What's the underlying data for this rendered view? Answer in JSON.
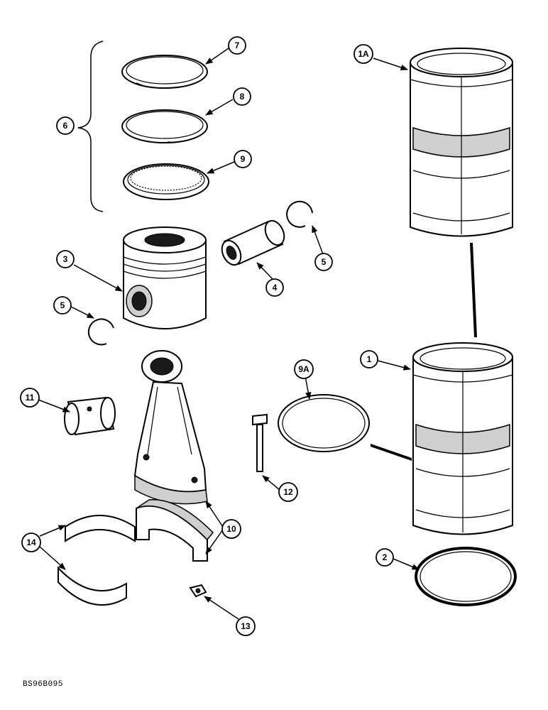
{
  "callouts": [
    "7",
    "8",
    "9",
    "6",
    "1A",
    "3",
    "4",
    "5",
    "5",
    "1",
    "9A",
    "11",
    "12",
    "10",
    "14",
    "2",
    "13"
  ],
  "drawing_code": "BS96B095"
}
